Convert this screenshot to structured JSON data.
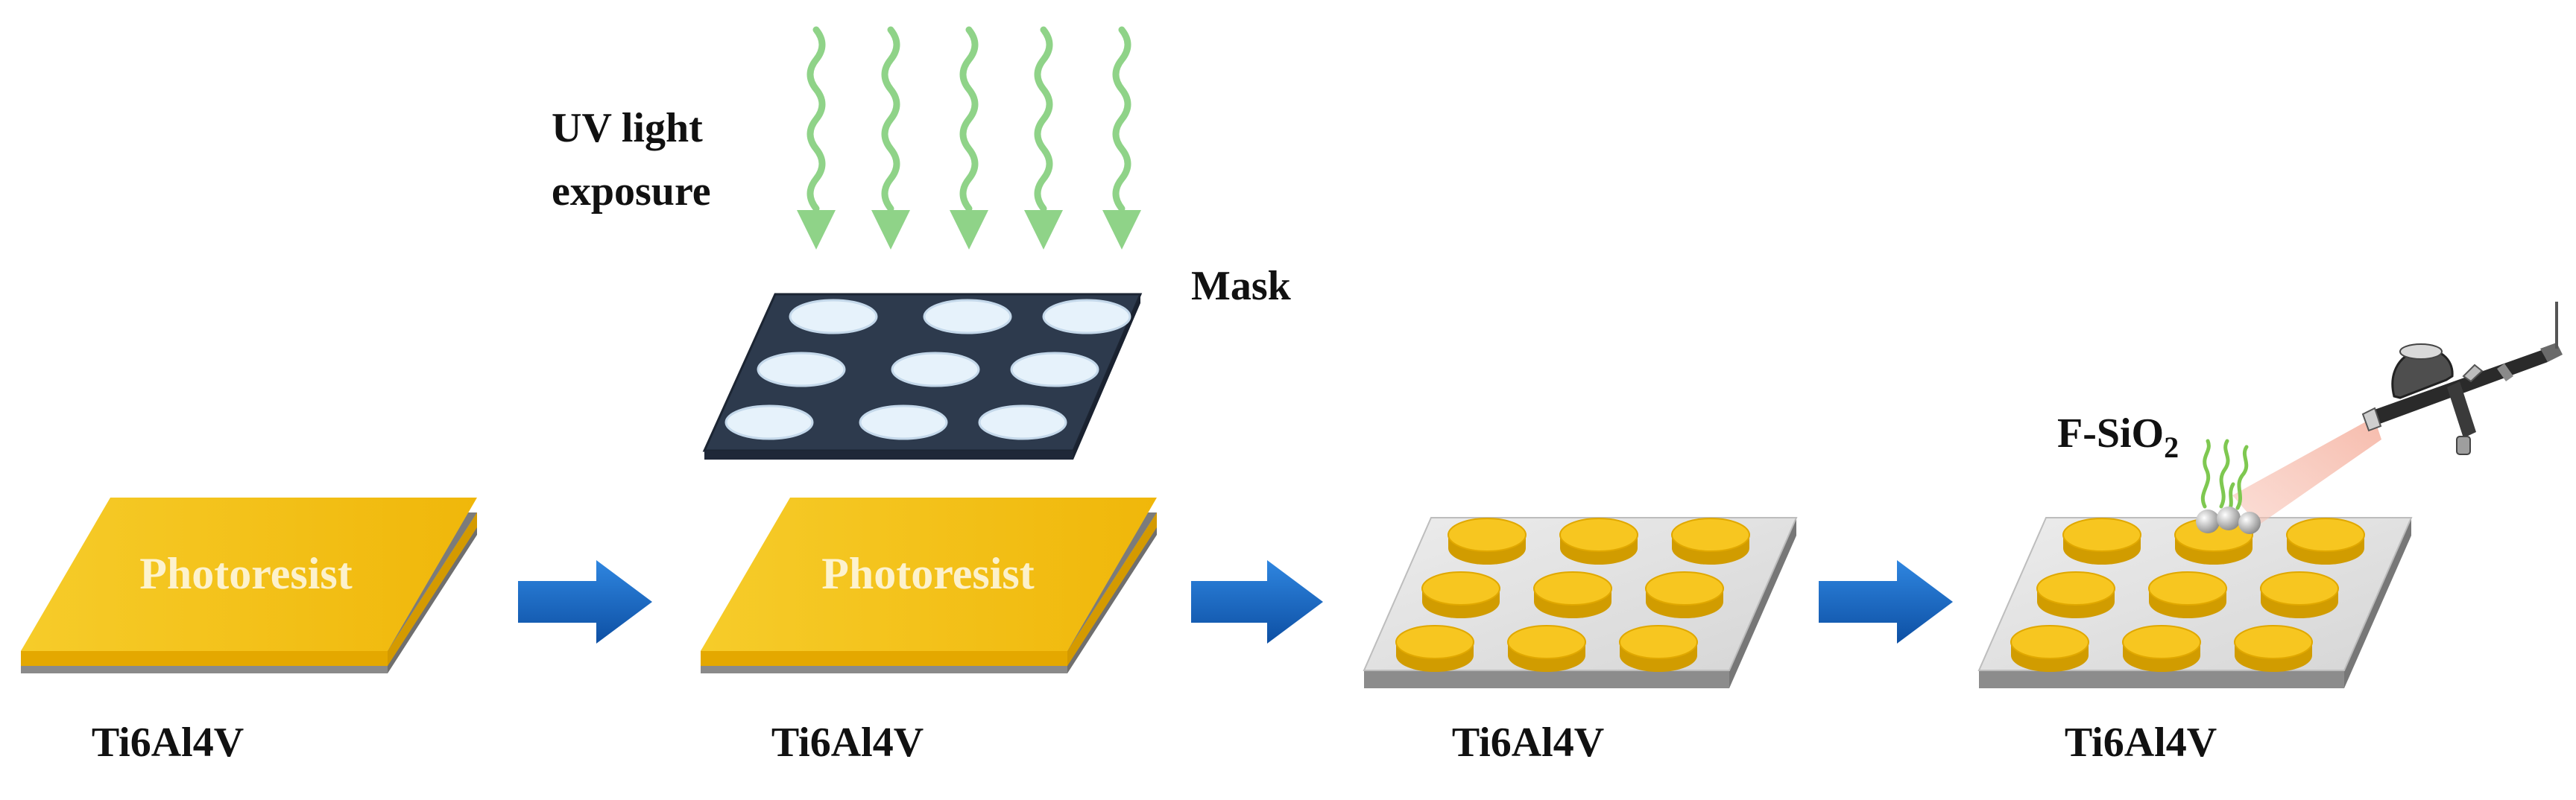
{
  "labels": {
    "uv_line1": "UV light",
    "uv_line2": "exposure",
    "mask": "Mask",
    "photoresist_1": "Photoresist",
    "photoresist_2": "Photoresist",
    "substrate_1": "Ti6Al4V",
    "substrate_2": "Ti6Al4V",
    "substrate_3": "Ti6Al4V",
    "substrate_4": "Ti6Al4V",
    "coating_prefix": "F-SiO",
    "coating_subscript": "2"
  },
  "colors": {
    "photoresist": "#f3c211",
    "substrate_dark": "#7a7a7a",
    "substrate_top": "#e4e4e4",
    "mask": "#2d3a4d",
    "mask_hole": "#e6f2fb",
    "uv_light": "#8fd388",
    "process_arrow": "#1565c0",
    "spray": "#f4b0a0"
  },
  "icons": {
    "process_arrow": "right-arrow-icon",
    "spray_tool": "airbrush-icon",
    "uv": "wavy-down-arrow-icon"
  }
}
